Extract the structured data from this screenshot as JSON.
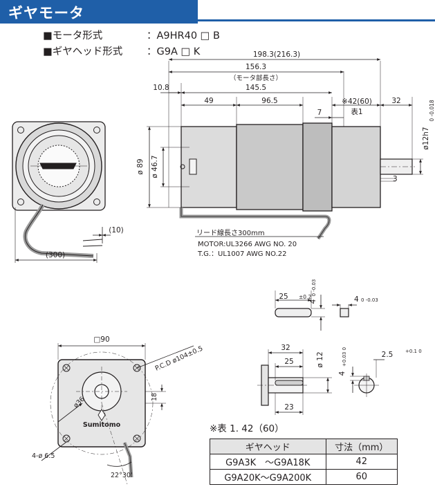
{
  "header": {
    "title": "ギヤモータ",
    "color": "#1f5fa8"
  },
  "specs": [
    {
      "label": "■モータ形式",
      "value": "：A9HR40 □ B"
    },
    {
      "label": "■ギヤヘッド形式",
      "value": "：G9A □ K"
    }
  ],
  "side_view_dims": {
    "overall_length": "198.3(216.3)",
    "motor_length": "156.3",
    "motor_length_note": "（モータ部長さ）",
    "body_length": "145.5",
    "flange_offset": "10.8",
    "gear_length": "※42(60)",
    "gear_length_ref": "表1",
    "shaft_length": "32",
    "seg_49": "49",
    "seg_96_5": "96.5",
    "seg_7": "7",
    "height": "ø 89",
    "boss_dia": "ø 46.7",
    "shaft_dia": "ø12h7",
    "shaft_tol": "0\n-0.018",
    "step": "3"
  },
  "lead_notes": [
    "リード線長さ300mm",
    "MOTOR:UL3266 AWG NO. 20",
    "T.G.：UL1007 AWG NO.22"
  ],
  "front_view_dims": {
    "lead_end": "(10)",
    "lead_len": "(300)"
  },
  "motor_label": {
    "brand_text": "Sumitomo"
  },
  "key_dims": {
    "length": "25",
    "length_tol": "±0.2",
    "height": "4",
    "height_tol": "0\n-0.03",
    "width": "4",
    "width_tol": "0\n-0.03"
  },
  "shaft_detail": {
    "total": "32",
    "key_len": "25",
    "dia": "ø 12",
    "keyway_w": "4",
    "keyway_tol": "+0.03\n0",
    "keyway_depth": "2.5",
    "keyway_depth_tol": "+0.1\n0",
    "base": "23"
  },
  "flange_view": {
    "square": "□90",
    "pcd": "P.C.D ø104±0.5",
    "pilot": "ø36",
    "offset": "18",
    "holes": "4-ø 6.5",
    "angle": "22°30'",
    "brand": "Sumitomo"
  },
  "table": {
    "caption": "※表 1. 42（60）",
    "headers": [
      "ギヤヘッド",
      "寸法（mm）"
    ],
    "rows": [
      [
        "G9A3K　～G9A18K",
        "42"
      ],
      [
        "G9A20K～G9A200K",
        "60"
      ]
    ]
  }
}
